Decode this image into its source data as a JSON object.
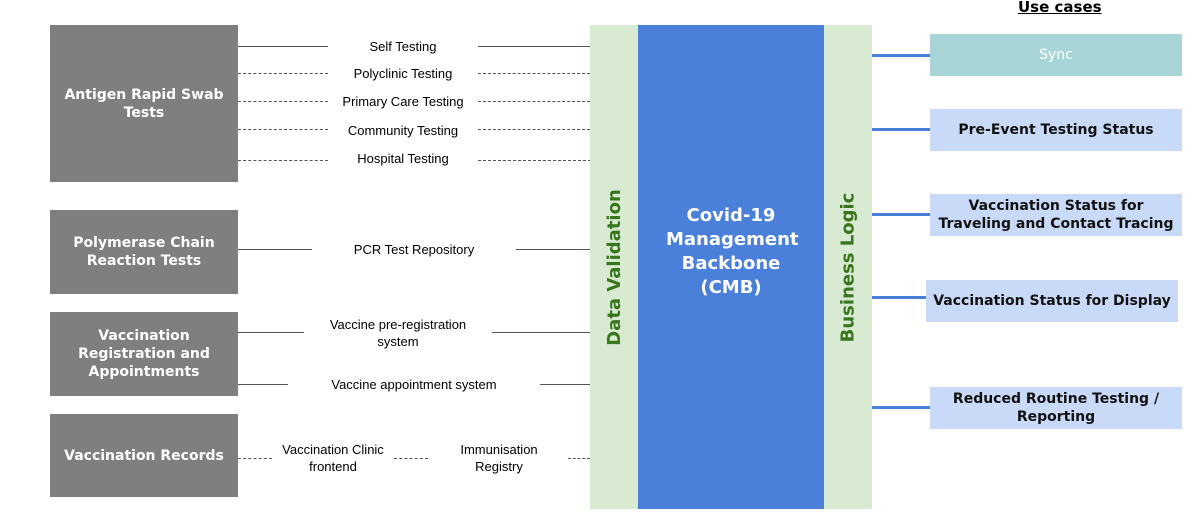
{
  "title": "Use cases",
  "sources": [
    {
      "label": "Antigen Rapid Swab Tests"
    },
    {
      "label": "Polymerase Chain Reaction Tests"
    },
    {
      "label": "Vaccination Registration and Appointments"
    },
    {
      "label": "Vaccination Records"
    }
  ],
  "channels": {
    "self_testing": "Self Testing",
    "polyclinic_testing": "Polyclinic Testing",
    "primary_care_testing": "Primary Care Testing",
    "community_testing": "Community Testing",
    "hospital_testing": "Hospital Testing",
    "pcr_repository": "PCR Test Repository",
    "vaccine_prereg": "Vaccine pre-registration system",
    "vaccine_appointment": "Vaccine appointment system",
    "vaccination_clinic": "Vaccination Clinic frontend",
    "immunisation_registry": "Immunisation Registry"
  },
  "data_validation": "Data Validation",
  "backbone": "Covid-19 Management Backbone (CMB)",
  "business_logic": "Business Logic",
  "use_cases": [
    {
      "label": "Sync"
    },
    {
      "label": "Pre-Event Testing Status"
    },
    {
      "label": "Vaccination Status for Traveling and Contact Tracing"
    },
    {
      "label": "Vaccination Status for Display"
    },
    {
      "label": "Reduced Routine Testing / Reporting"
    }
  ],
  "colors": {
    "source_box": "#7f7f7f",
    "band": "#d9ead3",
    "band_text": "#38761d",
    "backbone": "#4a7fda",
    "use_case_box": "#c9daf8",
    "sync_box": "#a8d5d8"
  }
}
